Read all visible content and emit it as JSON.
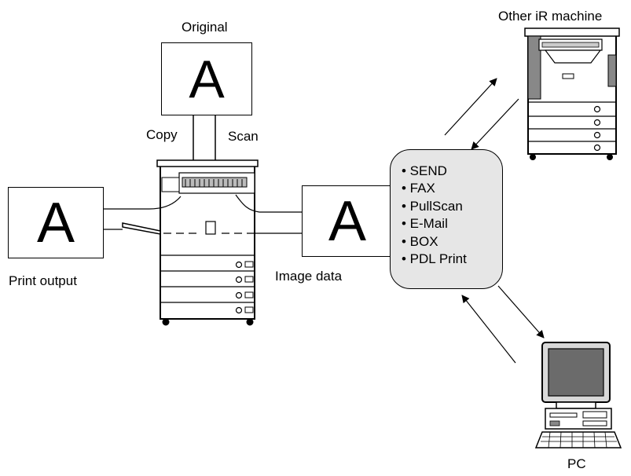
{
  "labels": {
    "original": "Original",
    "copy": "Copy",
    "scan": "Scan",
    "print_output": "Print output",
    "image_data": "Image data",
    "other_machine": "Other iR machine",
    "pc": "PC"
  },
  "papers": {
    "original": "A",
    "print_output": "A",
    "image_data": "A"
  },
  "services": [
    "• SEND",
    "• FAX",
    "• PullScan",
    "• E-Mail",
    "• BOX",
    "• PDL Print"
  ],
  "icons": [
    "copier-device",
    "other-ir-machine",
    "pc-computer"
  ],
  "colors": {
    "services_box": "#e6e6e6",
    "line": "#000000"
  }
}
